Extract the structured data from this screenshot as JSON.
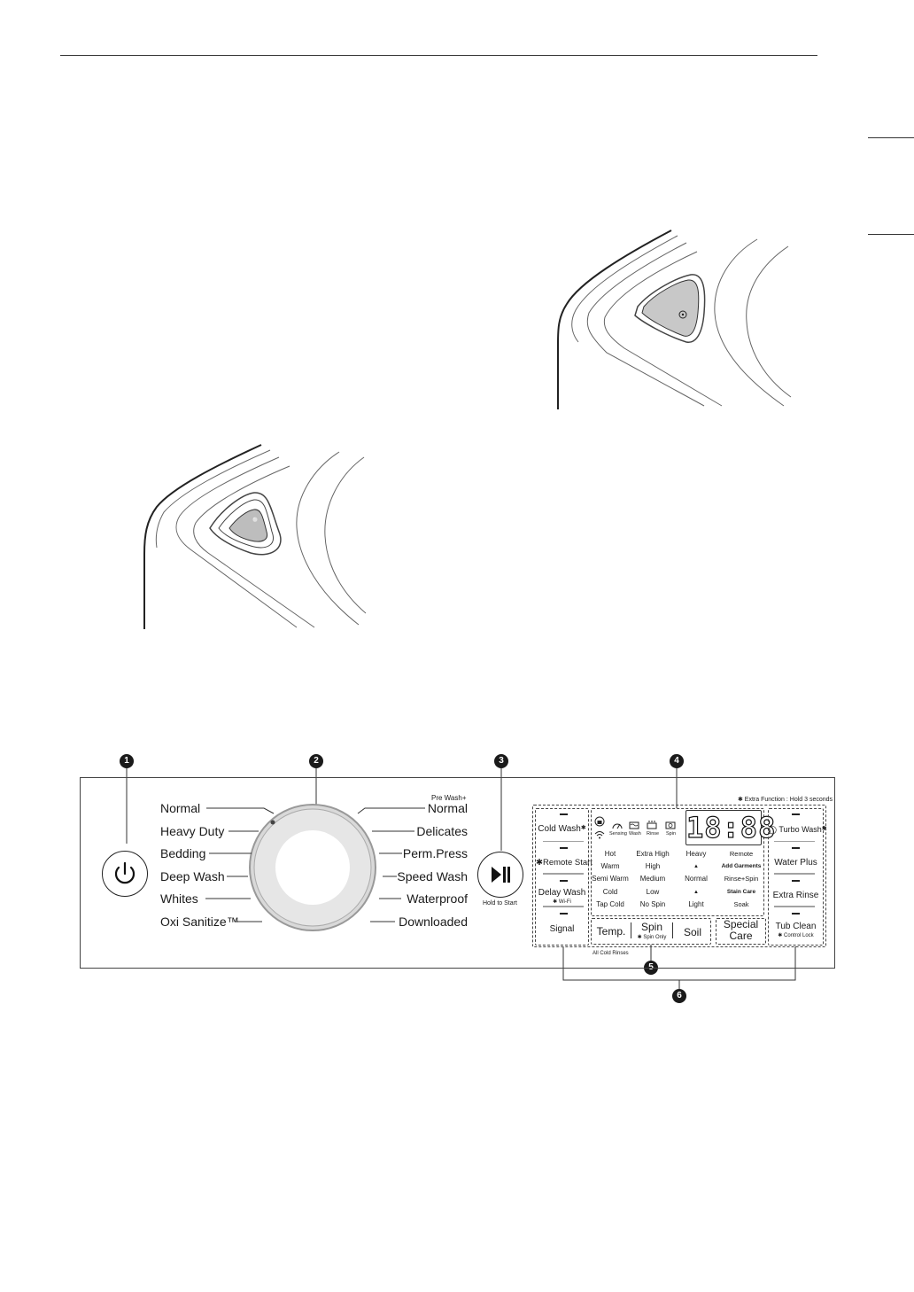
{
  "illustration_knob_text": "⚪",
  "panel": {
    "cycles_left": [
      "Normal",
      "Heavy Duty",
      "Bedding",
      "Deep Wash",
      "Whites",
      "Oxi Sanitize™"
    ],
    "cycles_right": [
      "Normal",
      "Delicates",
      "Perm.Press",
      "Speed Wash",
      "Waterproof",
      "Downloaded"
    ],
    "prewash_label": "Pre Wash+",
    "hold_to_start": "Hold to Start",
    "extra_function_note": "✱ Extra Function : Hold 3 seconds",
    "callouts": [
      "1",
      "2",
      "3",
      "4",
      "5",
      "6"
    ],
    "left_buttons": [
      {
        "label": "Cold Wash",
        "sub": ""
      },
      {
        "label": "✱Remote Start",
        "sub": ""
      },
      {
        "label": "Delay Wash",
        "sub": "✱ Wi-Fi"
      },
      {
        "label": "Signal",
        "sub": ""
      }
    ],
    "right_buttons": [
      {
        "label": "Turbo Wash",
        "sub": ""
      },
      {
        "label": "Water Plus",
        "sub": ""
      },
      {
        "label": "Extra Rinse",
        "sub": ""
      },
      {
        "label": "Tub Clean",
        "sub": "✱ Control Lock"
      }
    ],
    "status_icons": [
      "Sensing",
      "Wash",
      "Rinse",
      "Spin"
    ],
    "display_digits": "18:88",
    "options": {
      "temp": [
        "Hot",
        "Warm",
        "Semi Warm",
        "Cold",
        "Tap Cold"
      ],
      "spin": [
        "Extra High",
        "High",
        "Medium",
        "Low",
        "No Spin"
      ],
      "soil": [
        "Heavy",
        "▲",
        "Normal",
        "▲",
        "Light"
      ],
      "special": [
        "Remote",
        "Add Garments",
        "Rinse+Spin",
        "Stain Care",
        "Soak"
      ]
    },
    "bottom_buttons": {
      "temp": "Temp.",
      "spin": "Spin",
      "spin_sub": "✱ Spin Only",
      "soil": "Soil",
      "special_1": "Special",
      "special_2": "Care"
    },
    "all_cold_rinses": "All Cold Rinses",
    "cold_wash_star": "✱",
    "turbo_wash_star": "✱"
  }
}
